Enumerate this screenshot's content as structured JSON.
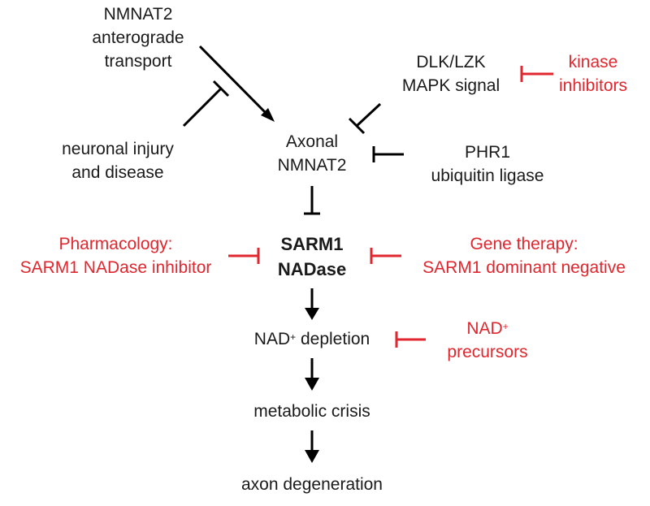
{
  "colors": {
    "text": "#1a1a1a",
    "therapy": "#e0262e"
  },
  "nodes": {
    "nmnat2_transport": [
      "NMNAT2",
      "anterograde",
      "transport"
    ],
    "dlk_lzk": [
      "DLK/LZK",
      "MAPK signal"
    ],
    "kinase_inhibitors": [
      "kinase",
      "inhibitors"
    ],
    "neuronal_injury": [
      "neuronal injury",
      "and disease"
    ],
    "axonal_nmnat2": [
      "Axonal",
      "NMNAT2"
    ],
    "phr1": [
      "PHR1",
      "ubiquitin ligase"
    ],
    "pharmacology": [
      "Pharmacology:",
      "SARM1 NADase inhibitor"
    ],
    "sarm1": [
      "SARM1",
      "NADase"
    ],
    "gene_therapy": [
      "Gene therapy:",
      "SARM1 dominant negative"
    ],
    "nad_depletion": {
      "prefix": "NAD",
      "sup": "+",
      "suffix": " depletion"
    },
    "nad_precursors": {
      "line1_prefix": "NAD",
      "line1_sup": "+",
      "line2": "precursors"
    },
    "metabolic_crisis": "metabolic crisis",
    "axon_degeneration": "axon degeneration"
  }
}
